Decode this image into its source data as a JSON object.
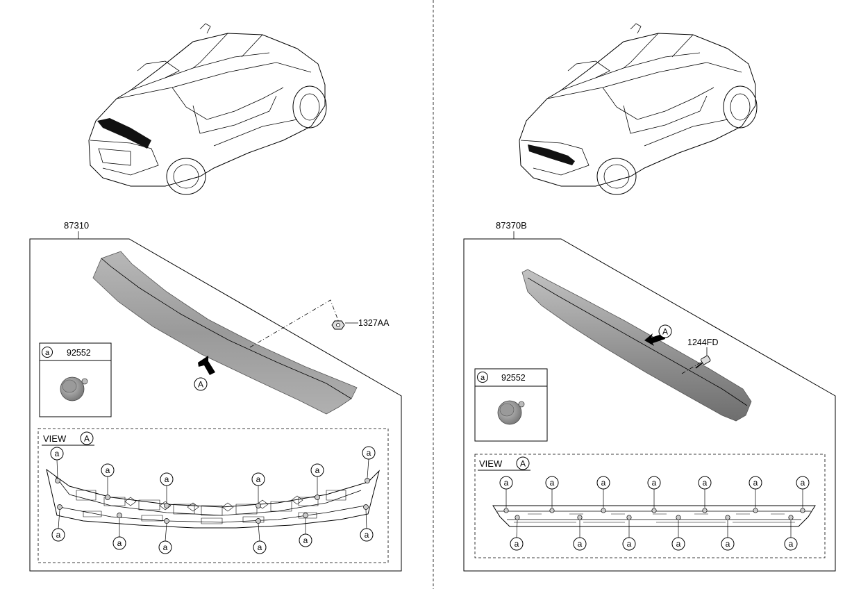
{
  "left_panel": {
    "part_number": "87310",
    "fastener_label": "1327AA",
    "clip_box": {
      "marker": "a",
      "part_number": "92552"
    },
    "view_arrow_marker": "A",
    "view": {
      "title": "VIEW",
      "marker": "A",
      "clip_marker": "a"
    }
  },
  "right_panel": {
    "part_number": "87370B",
    "fastener_label": "1244FD",
    "clip_box": {
      "marker": "a",
      "part_number": "92552"
    },
    "view_arrow_marker": "A",
    "view": {
      "title": "VIEW",
      "marker": "A",
      "clip_marker": "a"
    }
  },
  "colors": {
    "line": "#000000",
    "part_fill": "#a6a6a6",
    "part_dark": "#7a7a7a",
    "background": "#ffffff"
  }
}
